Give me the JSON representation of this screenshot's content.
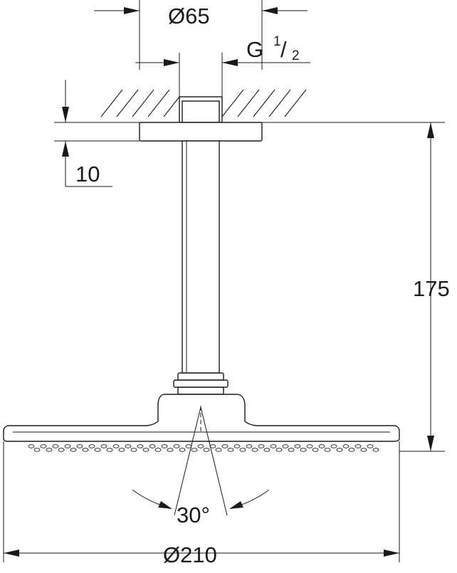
{
  "dimensions": {
    "flange_diameter": "Ø65",
    "thread_prefix": "G",
    "thread_numerator": "1",
    "thread_denominator": "2",
    "flange_height": "10",
    "total_height": "175",
    "spray_angle": "30°",
    "head_diameter": "Ø210"
  }
}
